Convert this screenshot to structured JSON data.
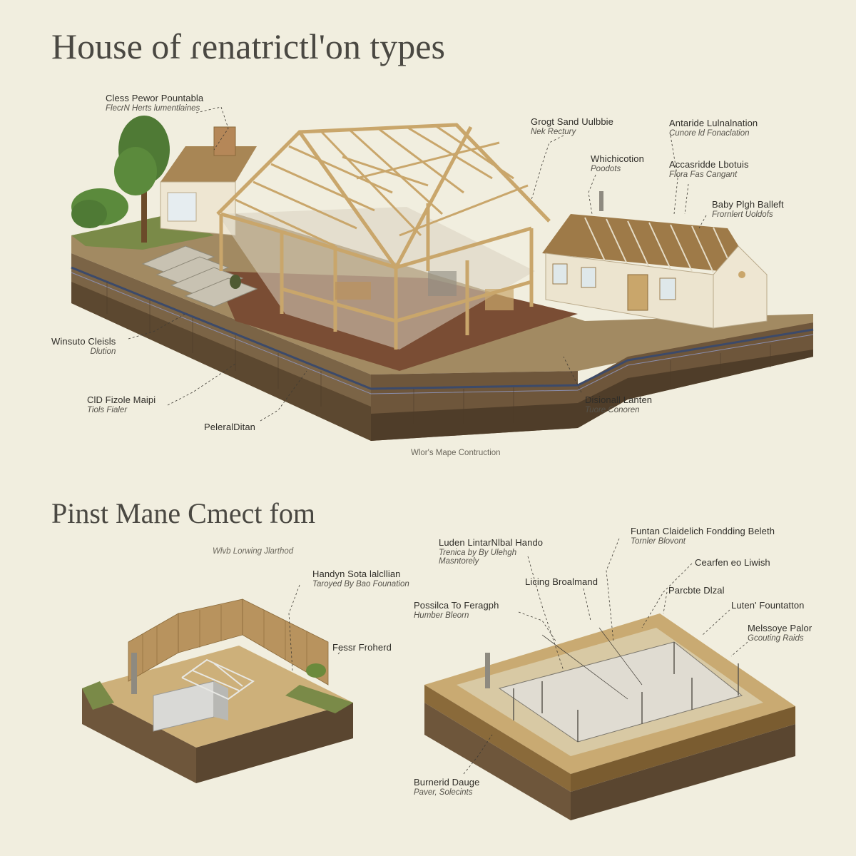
{
  "title_top": "House of ɾenatrictl'on types",
  "title_bottom": "Pinst Mane Cmect fom",
  "top_caption": "Wlor's Mape Contruction",
  "bottom_subtitle": "Wlvb Lorwing Jlarthod",
  "labels": {
    "pewor": {
      "title": "Cless Pewor Pountabla",
      "sub": "FlecrN Herts lumentlaines"
    },
    "sand": {
      "title": "Grogt Sand Uulbbie",
      "sub": "Nek Rectury"
    },
    "antaride": {
      "title": "Antaride Lulnalnation",
      "sub": "Cunore ld Fonaclation"
    },
    "which": {
      "title": "Whichicotion",
      "sub": "Poodots"
    },
    "accasridde": {
      "title": "Accasridde Lbotuis",
      "sub": "Flora Fas Cangant"
    },
    "baby": {
      "title": "Baby Plgh Balleft",
      "sub": "Frornlert Uoldofs"
    },
    "winsuto": {
      "title": "Winsuto Cleisls",
      "sub": "Dlution"
    },
    "fizole": {
      "title": "ClD Fizole Maipi",
      "sub": "Tiols Fialer"
    },
    "peleral": {
      "title": "PeleralDitan",
      "sub": ""
    },
    "disionall": {
      "title": "Disionall Lanten",
      "sub": "Tuore Conoren"
    },
    "handyn": {
      "title": "Handyn Sota lalcllian",
      "sub": "Taroyed By Bao Founation"
    },
    "fesst": {
      "title": "Fessr Froherd",
      "sub": ""
    },
    "luden": {
      "title": "Luden LintarNlbal Hando",
      "sub": "Trenica by By Ulehgh\nMasntorely"
    },
    "funtan": {
      "title": "Funtan Claidelich Fondding Beleth",
      "sub": "Tornler Blovont"
    },
    "licing": {
      "title": "Licing Broalmand",
      "sub": ""
    },
    "cearfen": {
      "title": "Cearfen eo Liwish",
      "sub": ""
    },
    "possilca": {
      "title": "Possilca To Feragph",
      "sub": "Humber Bleorn"
    },
    "parcbte": {
      "title": "Parcbte Dlzal",
      "sub": ""
    },
    "luten": {
      "title": "Luten' Fountatton",
      "sub": ""
    },
    "melssoye": {
      "title": "Melssoye Palor",
      "sub": "Gcouting Raids"
    },
    "burnerid": {
      "title": "Burnerid Dauge",
      "sub": "Paver, Solecints"
    }
  },
  "colors": {
    "wood": "#c9a66b",
    "wood_dark": "#8a6a3a",
    "soil": "#6e563b",
    "soil_dark": "#4f3d29",
    "grass": "#7a8a48",
    "background": "#f1eedf"
  }
}
